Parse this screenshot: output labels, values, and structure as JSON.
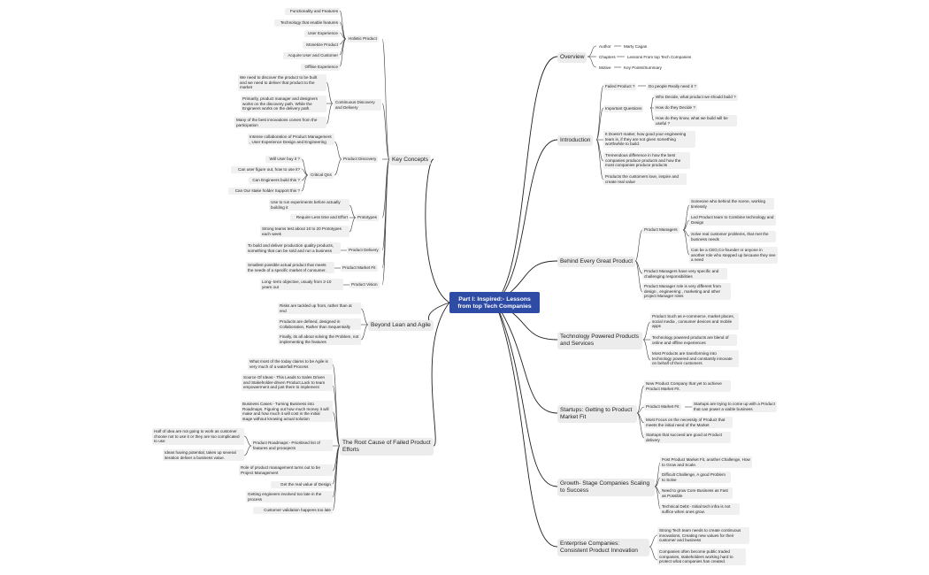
{
  "colors": {
    "root_bg": "#2e4ba6",
    "node_bg": "#f0f0f0",
    "line": "#222222"
  },
  "root": {
    "label": "Part I: Inspired:- Lessons from top Tech Companies"
  },
  "right": {
    "overview": {
      "label": "Overview",
      "author_key": "Author",
      "author_val": "Marty Cagan",
      "chapters_key": "Chapters",
      "chapters_val": "Lessons From top Tech Companies",
      "motive_key": "Motive",
      "motive_val": "Key Points/Summary"
    },
    "introduction": {
      "label": "Introduction",
      "failed_key": "Failed Product ?",
      "failed_val": "Do people Really need it ?",
      "questions_key": "Important Questions",
      "q1": "Who Decide, what product we should build ?",
      "q2": "How do they Decide ?",
      "q3": "How do they know, what we build will be useful ?",
      "n1": "It Doesn't matter, how good your engineering team is, if they are not given something worthwhile to build.",
      "n2": "Tremendous difference in how the best companies produce products and how the most companies produce products",
      "n3": "Products the customers love, inspire and create real value"
    },
    "behind": {
      "label": "Behind Every Great Product",
      "pm_key": "Product Managers",
      "pm1": "Someone who behind the scene, working tirelessly",
      "pm2": "Led Product team to Combine technology and Design",
      "pm3": "Solve real customer problems, that met the business needs",
      "pm4": "Can be a CEO,Co-founder or anyone in another role who stepped up because they see a need",
      "n1": "Product Managers have very specific and challenging responsibilities",
      "n2": "Product Manager role is very different from design , engineering , marketing and other project Manager roles"
    },
    "techpowered": {
      "label": "Technology Powered Products and Services",
      "n1": "Product Such as e-commerce, market places, social media , consumer devices and mobile apps",
      "n2": "Technology powered products are blend of online and offline experiences",
      "n3": "Most Products are transforming into technology powered and constantly innovate on behalf of their customers"
    },
    "startups": {
      "label": "Startups: Getting to Product Market Fit",
      "n1": "New Product Company that yet to achieve Product Market Fit.",
      "pmf_key": "Product Market Fit",
      "pmf_val": "Startups are trying to come up with a Product that can power a viable business",
      "n2": "Most Focus on the necessity of Product that meets the initial need of the Market",
      "n3": "Startups that succeed are good at Product delivery"
    },
    "growth": {
      "label": "Growth- Stage Companies Scaling to Success",
      "n1": "Post Product Market Fit, another Challenge, How to Grow and Scale.",
      "n2": "Difficult Challenge, A good Problem to Solve",
      "n3": "Need to grow Core Business as Fast as Possible",
      "n4": "Technical Debt:- Initial tech infra is not suffice when ones grow."
    },
    "enterprise": {
      "label": "Enterprise Companies: Consistent Product Innovation",
      "n1": "Strong Tech team needs to create continuous innovations, Creating new values for their customer and business",
      "n2": "Companies often become public traded companies, stakeholders working hard to protect what companies has created."
    }
  },
  "left": {
    "key_concepts": {
      "label": "Key Concepts",
      "holistic": {
        "label": "Holistic Product",
        "items": [
          "Functionality and Features",
          "Technology that enable features",
          "User Experience",
          "Monetize Product",
          "Acquire User and Customer",
          "Offline Experience"
        ]
      },
      "continuous": {
        "label": "Continuous Discovery and Delivery",
        "items": [
          "We need to discover the product to be built and we need to deliver that product to the market",
          "Primarily, product manager and designers works on the discovery path. While the Engineers works on the delivery path.",
          "Many of the best innovations comes from the participation"
        ]
      },
      "discovery": {
        "label": "Product Discovery",
        "n1": "Intense collaboration of Product Management , User Experience Design and Engineering",
        "critical_label": "Critical Qns",
        "critical": [
          "Will User buy it ?",
          "Can user figure out, how to use it?",
          "Can Engineers build this ?",
          "Can Our stake holder Support this ?"
        ]
      },
      "prototypes": {
        "label": "Prototypes",
        "items": [
          "Use to run experiments before actually building it",
          "Require Less time and Effort",
          "Strong teams test about 10 to 20 Prototypes each week"
        ]
      },
      "delivery": {
        "label": "Product Delivery",
        "text": "To build and deliver production quality products, something that can be sold and run a business"
      },
      "mvp": {
        "label": "Product Market Fit",
        "text": "Smallest possible actual product that meets the needs of a specific market of consumer."
      },
      "vision": {
        "label": "Product Vision",
        "text": "Long- term objective, usualy from 2-10 years out"
      }
    },
    "lean": {
      "label": "Beyond Lean and Agile",
      "items": [
        "Risks are tackled up front, rather than at end",
        "Products are defined, designed in Collaboration, Rather than Sequentially",
        "Finally, its all about solving the Problem, not implementing the features"
      ]
    },
    "root_cause": {
      "label": "The Root Cause of Failed Product Efforts",
      "n1": "What most of the today claims to be Agile is very much of a waterfall Process",
      "n2": "Source Of Ideas:- This Leads to Sales Driven and Stakeholder-driven Product.Lack to team empowerment and just there to implement",
      "n3": "Business Cases:- Turning Business into Roadmaps. Figuring out how much money it will make and how much it will cost in the initial stage without knowing actual solution",
      "roadmap_label": "Product Roadmaps:- Prioritised list of features and prooejects",
      "roadmap_items": [
        "Half of idea are not going to work as customer choose not to use it or they are too complicated to use",
        "Ideas having potential, takes up several iteration deliver a business value."
      ],
      "n4": "Role of product management turns out to be Project Management",
      "n5": "Get the real value of Design",
      "n6": "Getting engineers involved too late in the process",
      "n7": "Customer validation happens too late"
    }
  }
}
